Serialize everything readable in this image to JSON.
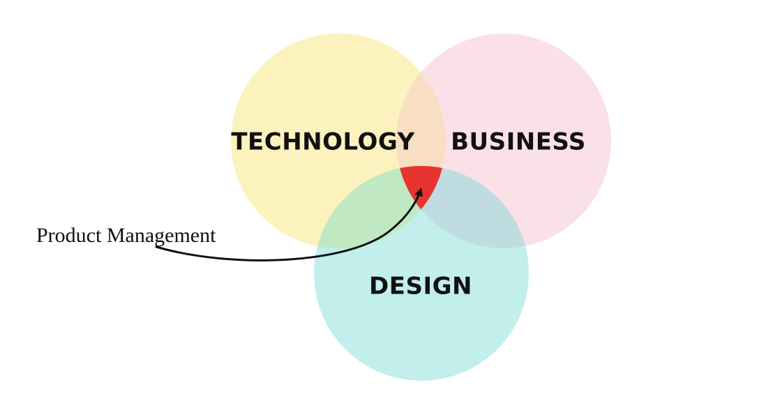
{
  "diagram": {
    "circles": [
      {
        "id": "technology",
        "label": "TECHNOLOGY",
        "color": "#fcf2bd"
      },
      {
        "id": "business",
        "label": "BUSINESS",
        "color": "#f9e1e7"
      },
      {
        "id": "design",
        "label": "DESIGN",
        "color": "#c2eeec"
      }
    ],
    "overlap_colors": {
      "technology_business": "#f8dec3",
      "technology_design": "#c0e8c2",
      "business_design": "#bfdde0",
      "center": "#e8342e"
    },
    "annotation": {
      "text": "Product Management",
      "arrow_color": "#111111"
    }
  }
}
